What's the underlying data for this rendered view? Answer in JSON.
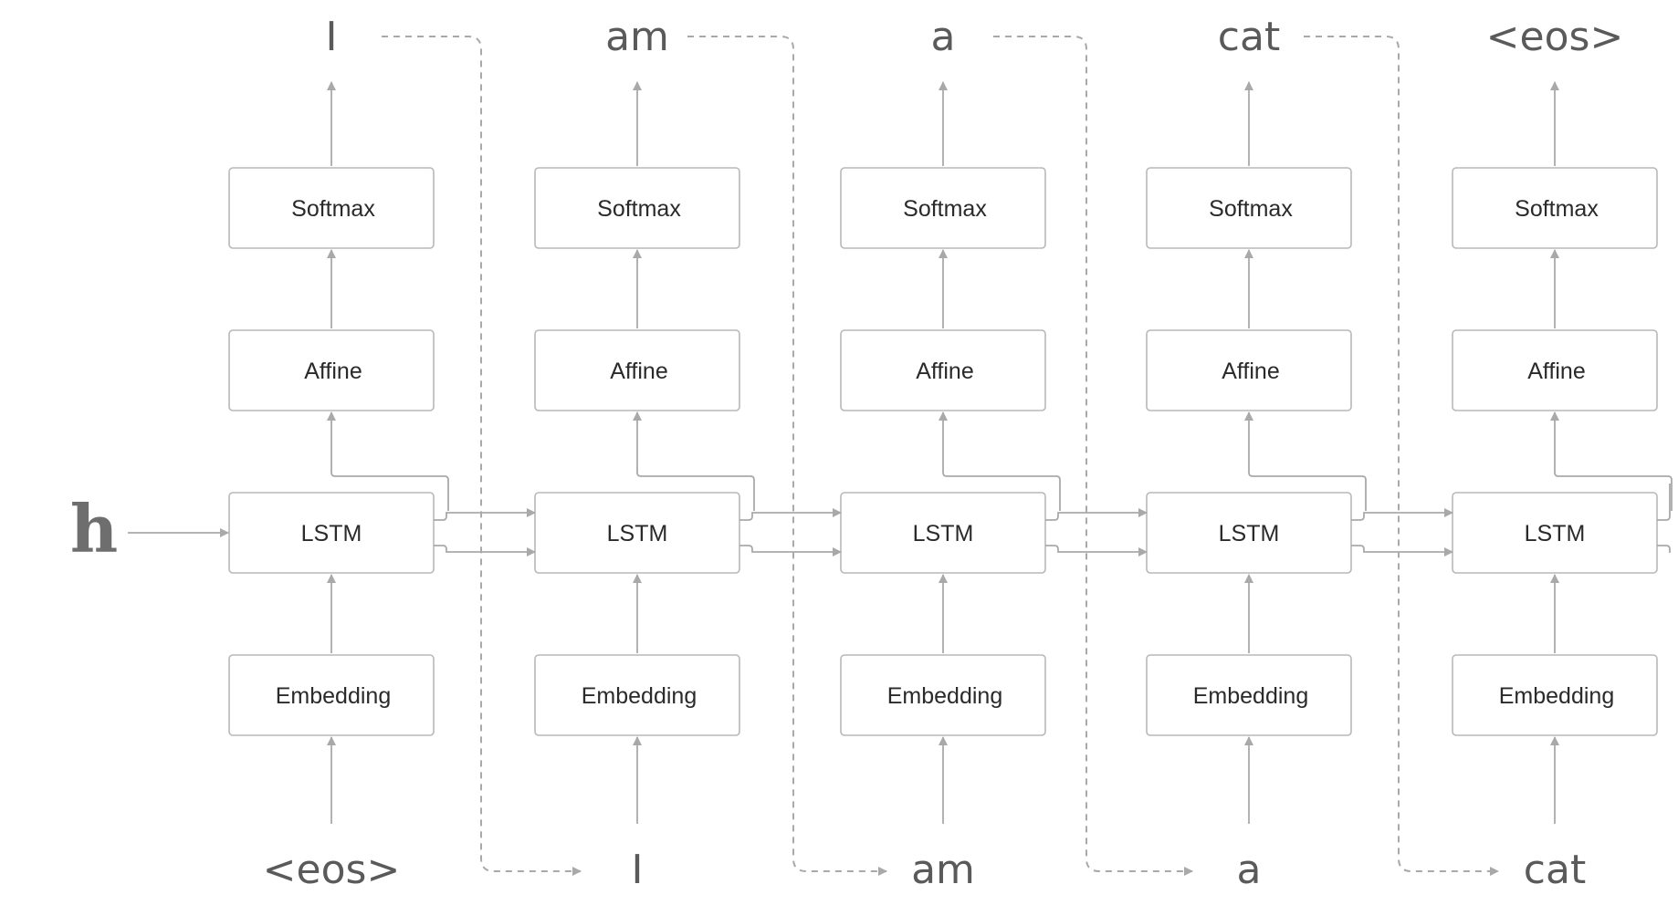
{
  "hidden_state_label": "h",
  "layer_labels": {
    "softmax": "Softmax",
    "affine": "Affine",
    "lstm": "LSTM",
    "embedding": "Embedding"
  },
  "timesteps": [
    {
      "input": "<eos>",
      "output": "I"
    },
    {
      "input": "I",
      "output": "am"
    },
    {
      "input": "am",
      "output": "a"
    },
    {
      "input": "a",
      "output": "cat"
    },
    {
      "input": "cat",
      "output": "<eos>"
    }
  ]
}
